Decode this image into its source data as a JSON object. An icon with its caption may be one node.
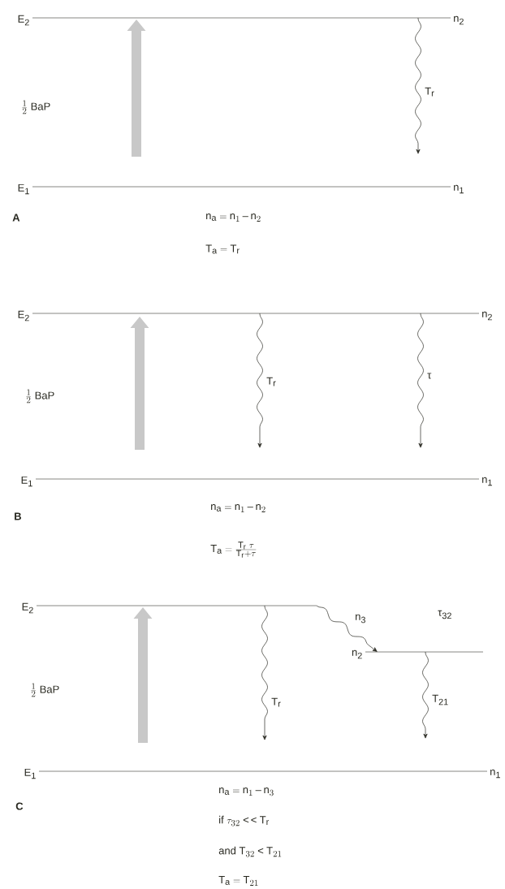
{
  "diagram": {
    "nodes": [
      {
        "text": [
          "E$_{2}$",
          "n$_{2}$"
        ]
      },
      {
        "text": [
          "E$_{1}$",
          "n$_{1}$"
        ]
      },
      {
        "text": [
          "E$_{2}$",
          "n$_{2}$"
        ]
      },
      {
        "text": [
          "E$_{1}$",
          "n$_{1}$"
        ]
      },
      {
        "text": [
          "E$_{2}$"
        ]
      },
      {
        "text": [
          "n$_{2}$"
        ]
      },
      {
        "text": [
          "E$_{1}$",
          "n$_{1}$"
        ]
      }
    ],
    "edges": [
      {
        "from": 1,
        "to": 0,
        "arrow": "to",
        "style": "thick",
        "color": "#c8c8c8"
      },
      {
        "from": 0,
        "to": null,
        "arrow": "to",
        "label": "T$_{r}$"
      },
      {
        "from": 3,
        "to": 2,
        "arrow": "to",
        "style": "thick",
        "color": "#c8c8c8"
      },
      {
        "from": 2,
        "to": null,
        "arrow": "to",
        "label": "T$_{r}$"
      },
      {
        "from": 2,
        "to": null,
        "arrow": "to",
        "label": "τ"
      },
      {
        "from": 6,
        "to": 4,
        "arrow": "to",
        "style": "thick",
        "color": "#c8c8c8"
      },
      {
        "from": 4,
        "to": null,
        "arrow": "to",
        "label": "T$_{r}$"
      },
      {
        "from": 4,
        "to": 5,
        "arrow": "to",
        "label": "n$_{3}$"
      },
      {
        "from": 5,
        "to": null,
        "arrow": "to",
        "label": "T$_{21}$"
      }
    ],
    "labels": [
      "\\frac{1}{2}\\ \\mathrm{BaP}",
      "A",
      "n_a = n_1 - n_2",
      "T_a = T_r",
      "\\frac{1}{2}\\ \\mathrm{BaP}",
      "B",
      "n_a = n_1 - n_2",
      "T_a = \\frac{T_r\\ \\tau}{T_r + \\tau}",
      "\\frac{1}{2}\\ \\mathrm{BaP}",
      "τ$_{32}$",
      "C",
      "n_a = n_1 - n_3",
      "\\mathrm{if}\\ \\tau_{32} <\\,< T_r",
      "\\mathrm{and}\\ T_{32} < T_{21}",
      "T_a = T_{21}"
    ]
  }
}
